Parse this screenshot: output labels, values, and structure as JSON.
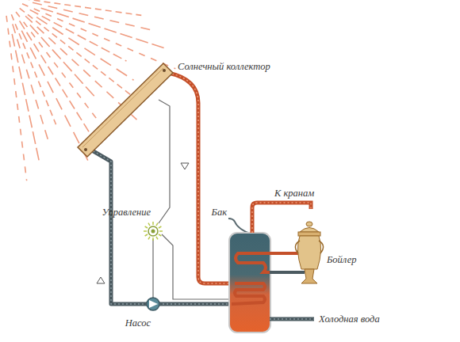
{
  "diagram": {
    "labels": [
      "Солнечный коллектор",
      "Управление",
      "Бак",
      "К кранам",
      "Бойлер",
      "Холодная вода",
      "Насос"
    ]
  }
}
